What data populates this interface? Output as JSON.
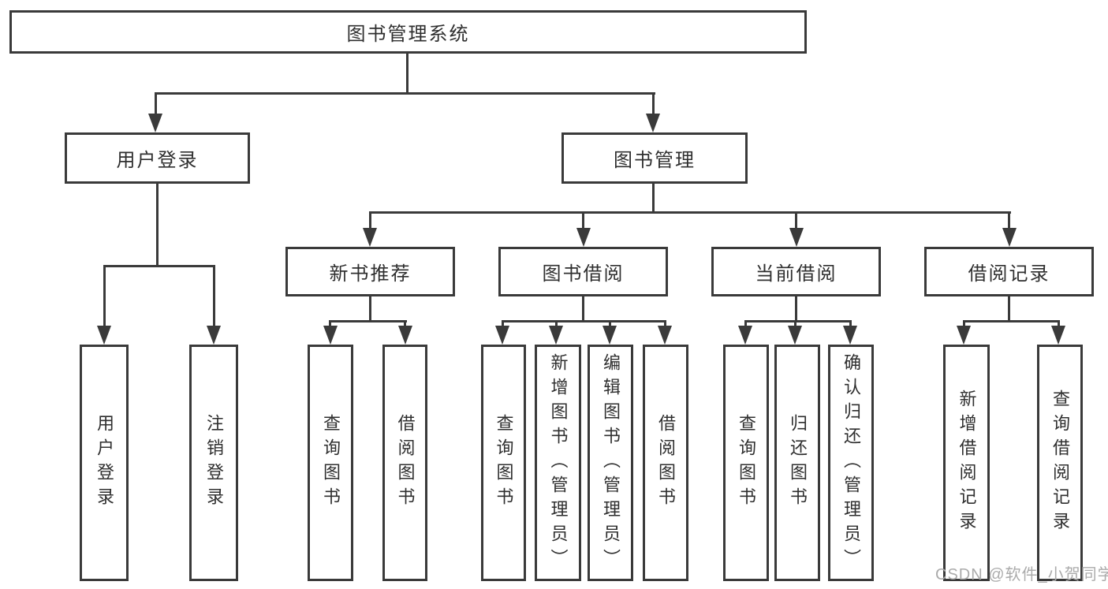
{
  "colors": {
    "line": "#3a3a3a",
    "text": "#2f2f2f",
    "watermark": "#ababab",
    "background": "#ffffff"
  },
  "watermark": {
    "text": "CSDN @软件_小贺同学"
  },
  "tree": {
    "root": "图书管理系统",
    "children": [
      {
        "label": "用户登录",
        "children": [
          "用户登录",
          "注销登录"
        ]
      },
      {
        "label": "图书管理",
        "children": [
          {
            "label": "新书推荐",
            "children": [
              "查询图书",
              "借阅图书"
            ]
          },
          {
            "label": "图书借阅",
            "children": [
              "查询图书",
              "新增图书（管理员）",
              "编辑图书（管理员）",
              "借阅图书"
            ]
          },
          {
            "label": "当前借阅",
            "children": [
              "查询图书",
              "归还图书",
              "确认归还（管理员）"
            ]
          },
          {
            "label": "借阅记录",
            "children": [
              "新增借阅记录",
              "查询借阅记录"
            ]
          }
        ]
      }
    ]
  }
}
